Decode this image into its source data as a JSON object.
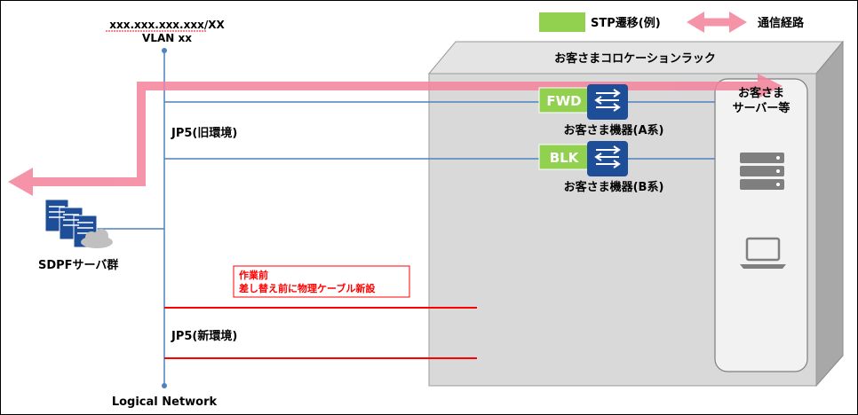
{
  "network": {
    "address": "xxx.xxx.xxx.xxx/XX",
    "vlan": "VLAN xx",
    "bottom_label": "Logical Network"
  },
  "legend": {
    "stp_label": "STP遷移(例)",
    "path_label": "通信経路",
    "stp_color": "#92d050",
    "path_color": "#f4829b"
  },
  "rack": {
    "title": "お客さまコロケーションラック"
  },
  "customer_server": {
    "label_line1": "お客さま",
    "label_line2": "サーバー等"
  },
  "devices": [
    {
      "state": "FWD",
      "label": "お客さま機器(A系)"
    },
    {
      "state": "BLK",
      "label": "お客さま機器(B系)"
    }
  ],
  "jp5_old": {
    "label": "JP5(旧環境)"
  },
  "jp5_new": {
    "label": "JP5(新環境)"
  },
  "sdpf": {
    "label": "SDPFサーバ群"
  },
  "work_note": {
    "line1": "作業前",
    "line2": "差し替え前に物理ケーブル新設",
    "color": "#ff0000"
  }
}
